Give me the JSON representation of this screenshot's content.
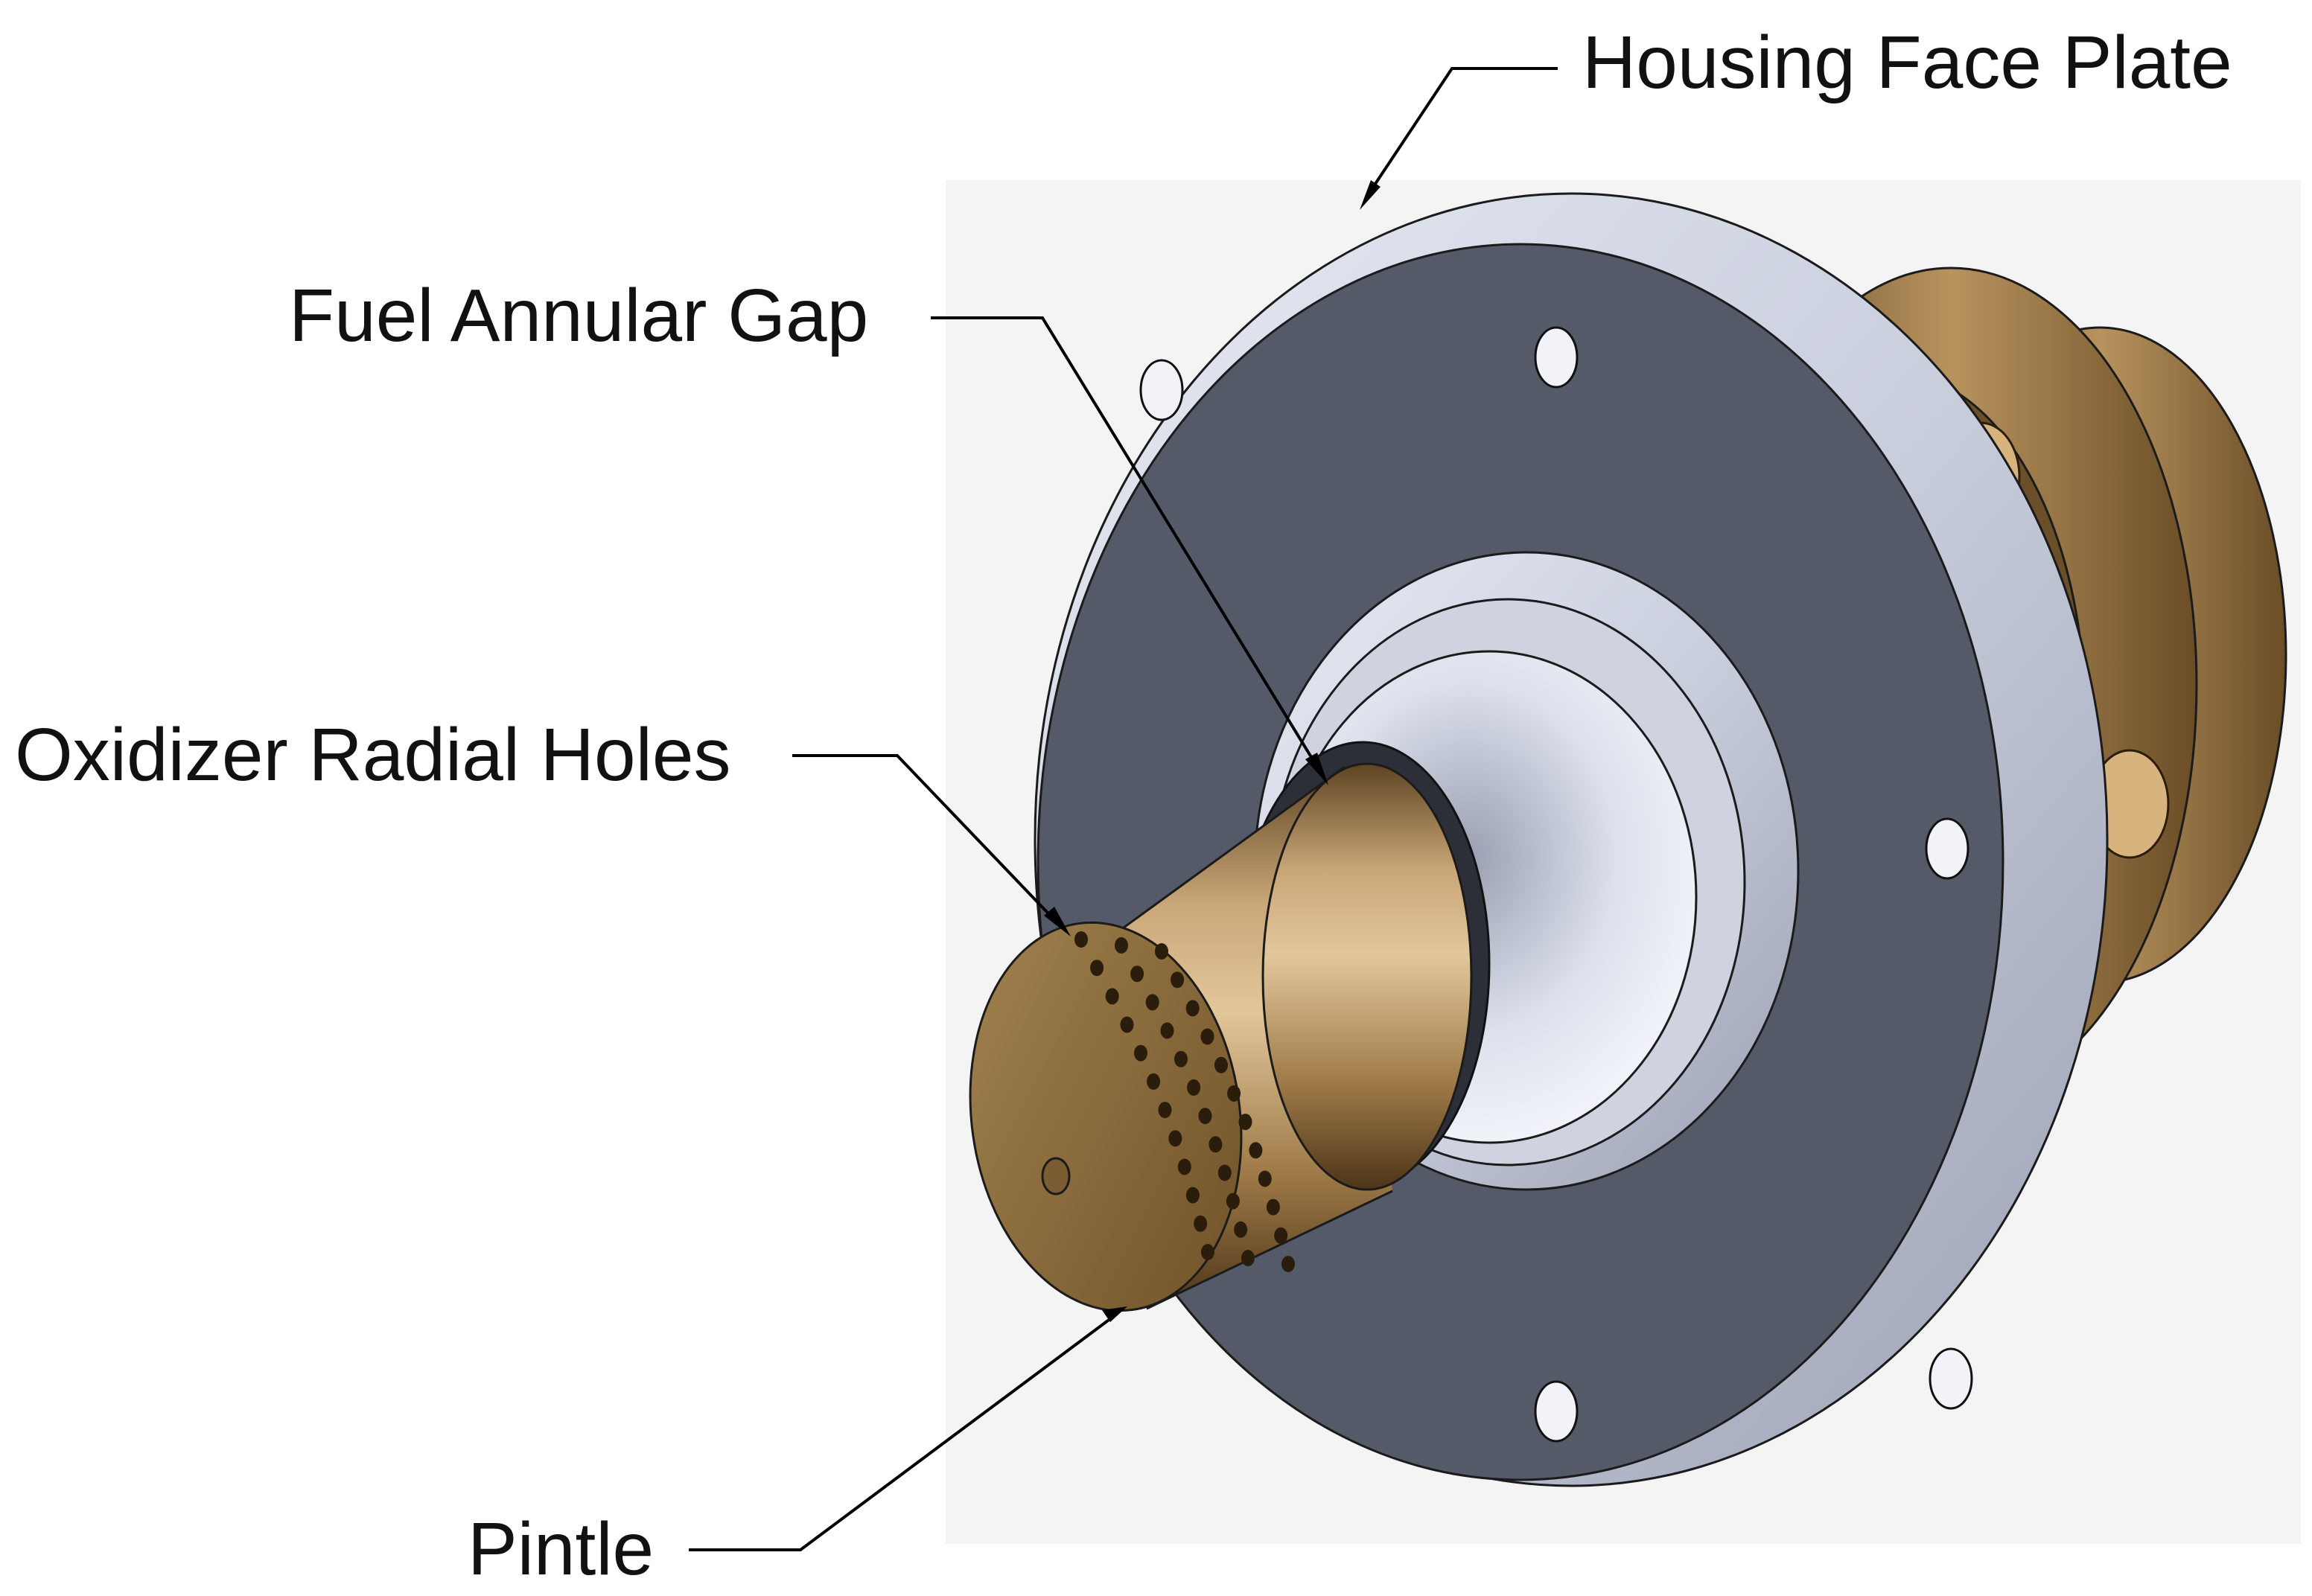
{
  "figure": {
    "title": "",
    "colors": {
      "bronze": "#9c7a49",
      "steel_face": "#555a69",
      "steel_rim": "#c7ccdb",
      "background_panel": "#f4f4f4",
      "leader_line": "#000000"
    }
  },
  "callouts": {
    "housing_face_plate": "Housing Face Plate",
    "fuel_annular_gap": "Fuel Annular Gap",
    "oxidizer_radial_holes": "Oxidizer Radial Holes",
    "pintle": "Pintle"
  },
  "part": {
    "bolt_hole_count": 6,
    "oxidizer_hole_rows": 3
  }
}
